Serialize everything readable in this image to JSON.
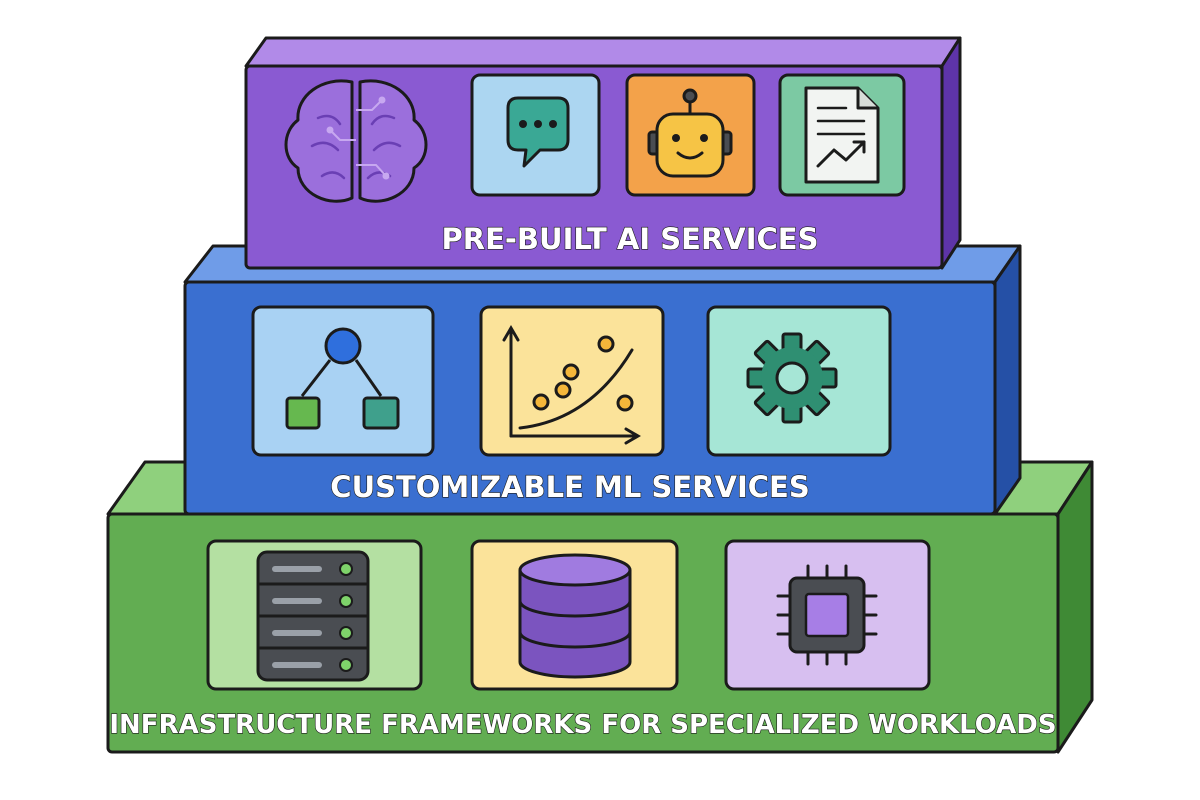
{
  "colors": {
    "outline": "#1b1b1b",
    "top_face": "#8a5ad2",
    "top_side": "#5e34a8",
    "middle_face": "#3a6fd0",
    "middle_side": "#2550a6",
    "bottom_face": "#62ad52",
    "bottom_side": "#3f8a35"
  },
  "layers": [
    {
      "label": "PRE-BUILT AI SERVICES",
      "icons": [
        "brain-icon",
        "chat-bubble-icon",
        "robot-icon",
        "document-chart-icon"
      ]
    },
    {
      "label": "CUSTOMIZABLE ML SERVICES",
      "icons": [
        "hierarchy-icon",
        "scatter-plot-icon",
        "gear-icon"
      ]
    },
    {
      "label": "INFRASTRUCTURE FRAMEWORKS FOR SPECIALIZED WORKLOADS",
      "icons": [
        "server-icon",
        "database-icon",
        "processor-chip-icon"
      ]
    }
  ]
}
